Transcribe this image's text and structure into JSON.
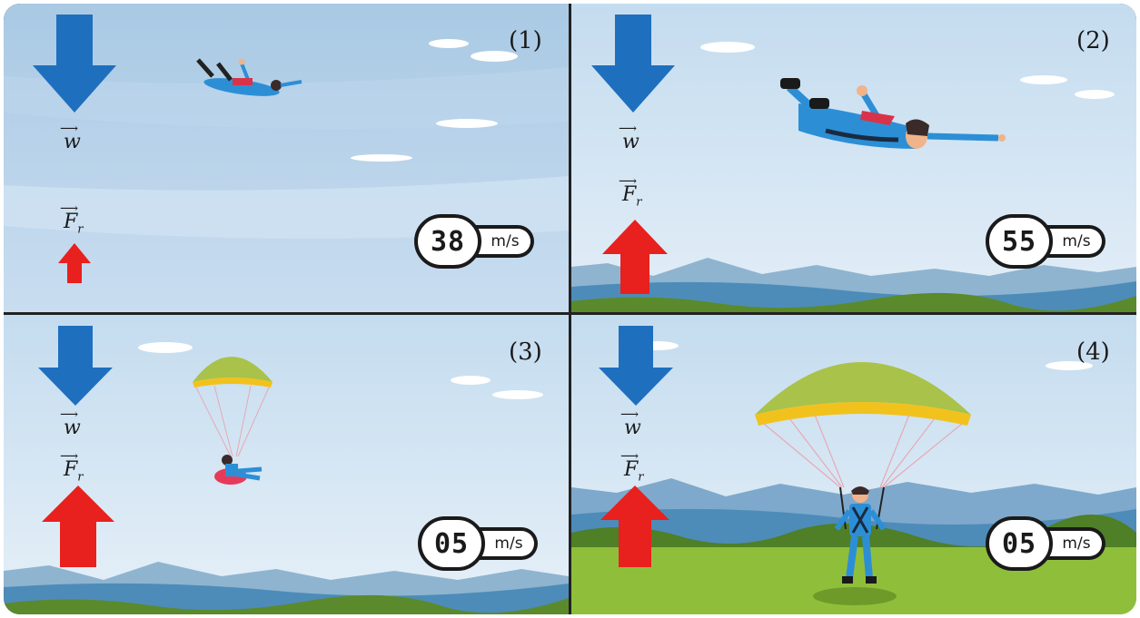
{
  "panels": [
    {
      "number": "(1)",
      "speed": "38",
      "unit": "m/s",
      "weight_label": "w",
      "drag_label": "F",
      "drag_subscript": "r"
    },
    {
      "number": "(2)",
      "speed": "55",
      "unit": "m/s",
      "weight_label": "w",
      "drag_label": "F",
      "drag_subscript": "r"
    },
    {
      "number": "(3)",
      "speed": "05",
      "unit": "m/s",
      "weight_label": "w",
      "drag_label": "F",
      "drag_subscript": "r"
    },
    {
      "number": "(4)",
      "speed": "05",
      "unit": "m/s",
      "weight_label": "w",
      "drag_label": "F",
      "drag_subscript": "r"
    }
  ],
  "colors": {
    "weight_arrow": "#1f6fbf",
    "drag_arrow": "#e8201e",
    "sky": "#cfe3f2",
    "grass": "#8fbf3a"
  },
  "icons": [
    "skydiver-icon",
    "parachute-icon",
    "weight-arrow-icon",
    "drag-arrow-icon"
  ]
}
